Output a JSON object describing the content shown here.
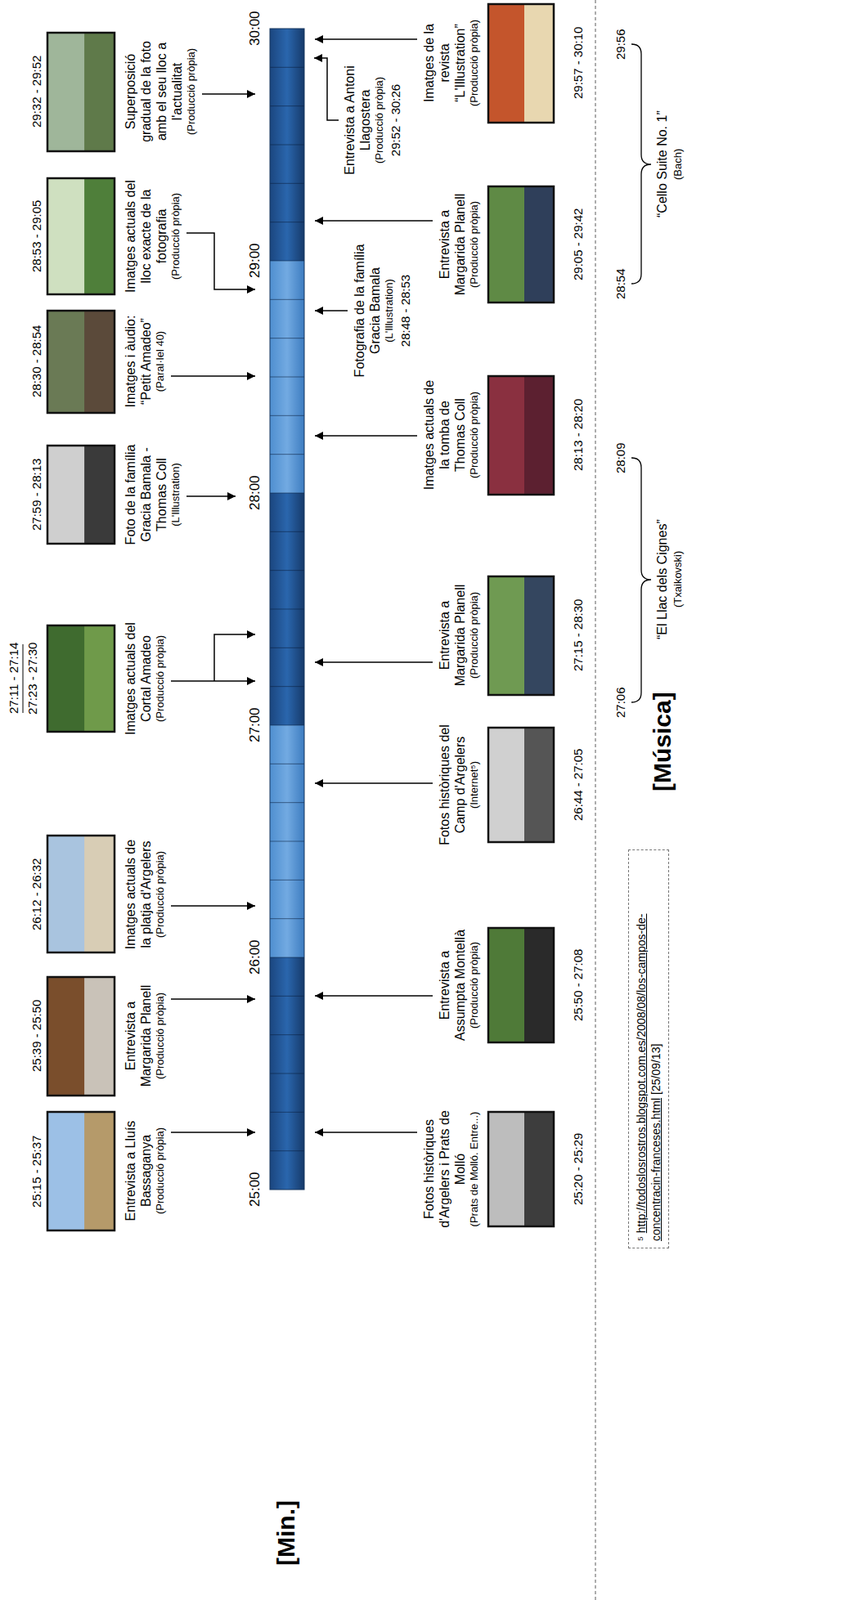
{
  "diagram": {
    "nodes": [
      {
        "text": [
          "⁵",
          "http://todoslosrostros.blogspot.com.es/2008/08/los-campos-de-concentracin-franceses.html",
          "[25/09/13]"
        ]
      }
    ],
    "labels": [
      "[Min.]",
      "25:00",
      "26:00",
      "27:00",
      "28:00",
      "29:00",
      "30:00",
      "25:15 - 25:37",
      "Entrevista a Lluís Bassaganya",
      "(Producció pròpia)",
      "25:39 - 25:50",
      "Entrevista a Margarida Planell",
      "(Producció pròpia)",
      "26:12 - 26:32",
      "Imatges actuals de la platja d'Argelers",
      "(Producció pròpia)",
      "27:11 - 27:14",
      "27:23 - 27:30",
      "Imatges actuals del Cortal Amadeo",
      "(Producció pròpia)",
      "27:59 - 28:13",
      "Foto de la família Gracia Bamala - Thomas Coll",
      "(L'Illustration)",
      "28:30 - 28:54",
      "Imatges i àudio: “Petit Amadeo”",
      "(Paral·lel 40)",
      "28:53 - 29:05",
      "Imatges actuals del lloc exacte de la fotografia",
      "(Producció pròpia)",
      "29:32 - 29:52",
      "Superposició gradual de la foto amb el seu lloc a l'actualitat",
      "(Producció pròpia)",
      "Fotos històriques d'Argelers i Prats de Molló",
      "(Prats de Molló. Entre...)",
      "25:20 - 25:29",
      "Entrevista a Assumpta Montellà",
      "(Producció pròpia)",
      "25:50 - 27:08",
      "Fotos històriques del Camp d'Argelers",
      "(Internet⁵)",
      "26:44 - 27:05",
      "Entrevista a Margarida Planell",
      "(Producció pròpia)",
      "27:15 - 28:30",
      "Imatges actuals de la tomba de Thomas Coll",
      "(Producció pròpia)",
      "28:13 - 28:20",
      "Fotografia de la família Gracia Bamala",
      "(L'Illustration)",
      "28:48 - 28:53",
      "Entrevista a Margarida Planell",
      "(Producció pròpia)",
      "29:05 - 29:42",
      "Entrevista a Antoni Llagostera",
      "(Producció pròpia)",
      "29:52 - 30:26",
      "Imatges de la revista “L'Illustration”",
      "(Producció pròpia)",
      "29:57 - 30:10",
      "[Música]",
      "27:06",
      "28:09",
      "“El Llac dels Cignes”",
      "(Txaikovski)",
      "28:54",
      "29:56",
      "“Cello Suite No. 1”",
      "(Bach)"
    ]
  }
}
